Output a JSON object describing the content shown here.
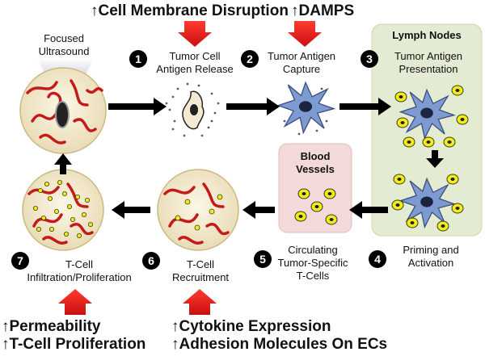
{
  "header": {
    "top_left": "↑Cell Membrane Disruption",
    "top_right": "↑DAMPS"
  },
  "footer": {
    "left_line1": "↑Permeability",
    "left_line2": "↑T-Cell Proliferation",
    "right_line1": "↑Cytokine Expression",
    "right_line2": "↑Adhesion Molecules On ECs"
  },
  "regions": {
    "lymph_nodes": "Lymph Nodes",
    "blood_vessels_line1": "Blood",
    "blood_vessels_line2": "Vessels",
    "focused_ultrasound_line1": "Focused",
    "focused_ultrasound_line2": "Ultrasound"
  },
  "steps": [
    {
      "number": "1",
      "line1": "Tumor Cell",
      "line2": "Antigen Release"
    },
    {
      "number": "2",
      "line1": "Tumor Antigen",
      "line2": "Capture"
    },
    {
      "number": "3",
      "line1": "Tumor Antigen",
      "line2": "Presentation"
    },
    {
      "number": "4",
      "line1": "Priming and",
      "line2": "Activation"
    },
    {
      "number": "5",
      "line1": "Circulating",
      "line2": "Tumor-Specific",
      "line3": "T-Cells"
    },
    {
      "number": "6",
      "line1": "T-Cell",
      "line2": "Recruitment"
    },
    {
      "number": "7",
      "line1": "T-Cell",
      "line2": "Infiltration/Proliferation"
    }
  ],
  "colors": {
    "arrow_red": "#e0161b",
    "lymph_bg": "#e3ecd3",
    "blood_bg": "#f3d9d9",
    "tissue_bg": "#f6eed6",
    "vessel_red": "#c41a1a",
    "dendritic_blue": "#7e9bd1",
    "tcell_yellow": "#f2ec1e"
  }
}
